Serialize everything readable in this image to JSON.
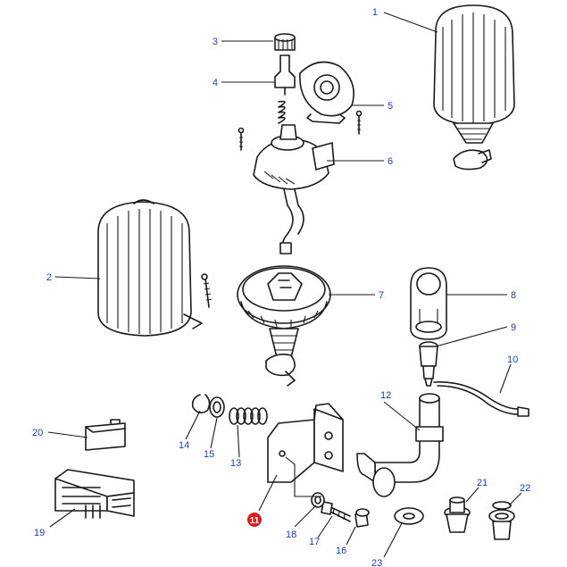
{
  "callout_color": "#1a3fae",
  "highlight_color": "#d41f1f",
  "callouts": {
    "c1": "1",
    "c2": "2",
    "c3": "3",
    "c4": "4",
    "c5": "5",
    "c6": "6",
    "c7": "7",
    "c8": "8",
    "c9": "9",
    "c10": "10",
    "c11": "11",
    "c12": "12",
    "c13": "13",
    "c14": "14",
    "c15": "15",
    "c16": "16",
    "c17": "17",
    "c18": "18",
    "c19": "19",
    "c20": "20",
    "c21": "21",
    "c22": "22",
    "c23": "23"
  },
  "highlighted_part": "11"
}
